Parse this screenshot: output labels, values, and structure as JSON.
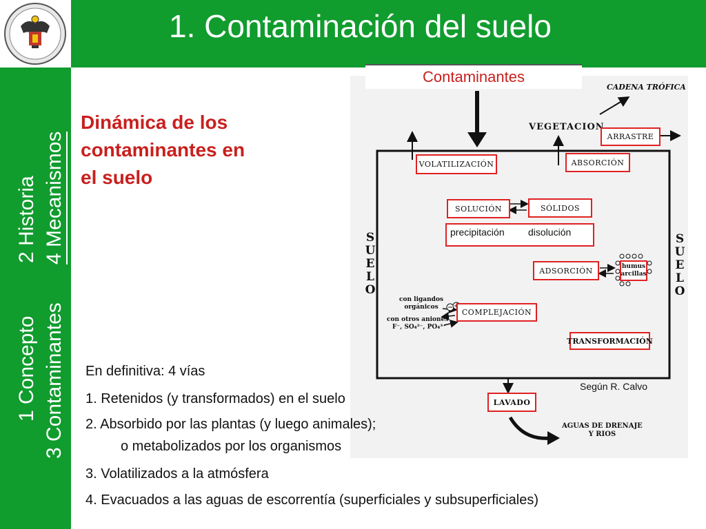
{
  "header": {
    "title": "1.  Contaminación del suelo",
    "logo_icon": "university-crest-icon"
  },
  "sidebar": {
    "items": [
      "1  Concepto",
      "2  Historia",
      "3 Contaminantes",
      "4  Mecanismos"
    ],
    "active_item": "4  Mecanismos"
  },
  "subtitle": [
    "Dinámica de los",
    "contaminantes en",
    "el suelo"
  ],
  "diagram": {
    "top_label": "Contaminantes",
    "cadena_trofica": "CADENA TRÓFICA",
    "vegetacion": "VEGETACION",
    "arrastre": "ARRASTRE",
    "volatilizacion": "VOLATILIZACIÓN",
    "absorcion": "ABSORCIÓN",
    "solucion": "SOLUCIÓN",
    "solidos": "SÓLIDOS",
    "precipitacion": "precipitación",
    "disolucion": "disolución",
    "adsorcion": "ADSORCIÓN",
    "humus": "humus",
    "arcillas": "arcillas",
    "suelo_left": "SUELO",
    "suelo_right": "SUELO",
    "ligandos": [
      "con ligandos",
      "orgánicos"
    ],
    "aniones": [
      "con otros aniones",
      "F⁻, SO₄²⁻, PO₄³⁻"
    ],
    "complejacion": "COMPLEJACIÓN",
    "transformacion": "TRANSFORMACIÓN",
    "lavado": "LAVADO",
    "aguas": [
      "AGUAS DE DRENAJE",
      "Y RIOS"
    ],
    "credit": "Según  R. Calvo"
  },
  "list": {
    "intro": "En definitiva: 4 vías",
    "items": [
      "1. Retenidos (y transformados) en el suelo",
      "2. Absorbido por las plantas (y luego animales);",
      "o metabolizados por los organismos",
      "3. Volatilizados a la atmósfera",
      "4. Evacuados a las aguas de escorrentía (superficiales y subsuperficiales)"
    ]
  },
  "colors": {
    "green": "#119c2e",
    "red_text": "#c8201e",
    "box_border": "#e02020"
  }
}
